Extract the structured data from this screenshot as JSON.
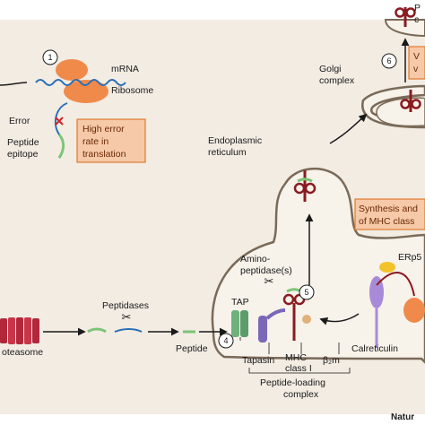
{
  "labels": {
    "mrna": "mRNA",
    "ribosome": "Ribosome",
    "error": "Error",
    "peptide_epitope_1": "Peptide",
    "peptide_epitope_2": "epitope",
    "high_error_1": "High error",
    "high_error_2": "rate in",
    "high_error_3": "translation",
    "golgi_1": "Golgi",
    "golgi_2": "complex",
    "er_1": "Endoplasmic",
    "er_2": "reticulum",
    "aminopep_1": "Amino-",
    "aminopep_2": "peptidase(s)",
    "synth_1": "Synthesis and",
    "synth_2": "of MHC class",
    "erp": "ERp5",
    "tap": "TAP",
    "peptidases": "Peptidases",
    "peptide": "Peptide",
    "proteasome": "oteasome",
    "tapasin": "Tapasin",
    "mhc_1": "MHC",
    "mhc_2": "class I",
    "b2m": "β₂m",
    "calreticulin": "Calreticulin",
    "plc_1": "Peptide-loading",
    "plc_2": "complex",
    "ves_1": "V",
    "ves_2": "v",
    "top_p": "P",
    "top_c": "c",
    "footer": "Natur"
  },
  "steps": [
    "1",
    "4",
    "5",
    "6"
  ],
  "colors": {
    "orange_box": "#f6c9a8",
    "orange_border": "#e07a2f",
    "cell_fill": "#f2ece3",
    "er_fill": "#f7f2ea",
    "membrane": "#7a6a58",
    "ribosome": "#f08a4b",
    "mrna": "#2a6fb5",
    "peptide": "#7cc576",
    "proteasome": "#b2273a",
    "tap": "#6fb07c",
    "mhc": "#8a1b20",
    "tapasin": "#7a67b8",
    "calreticulin": "#a98ad8",
    "erp": "#f2c22a"
  }
}
